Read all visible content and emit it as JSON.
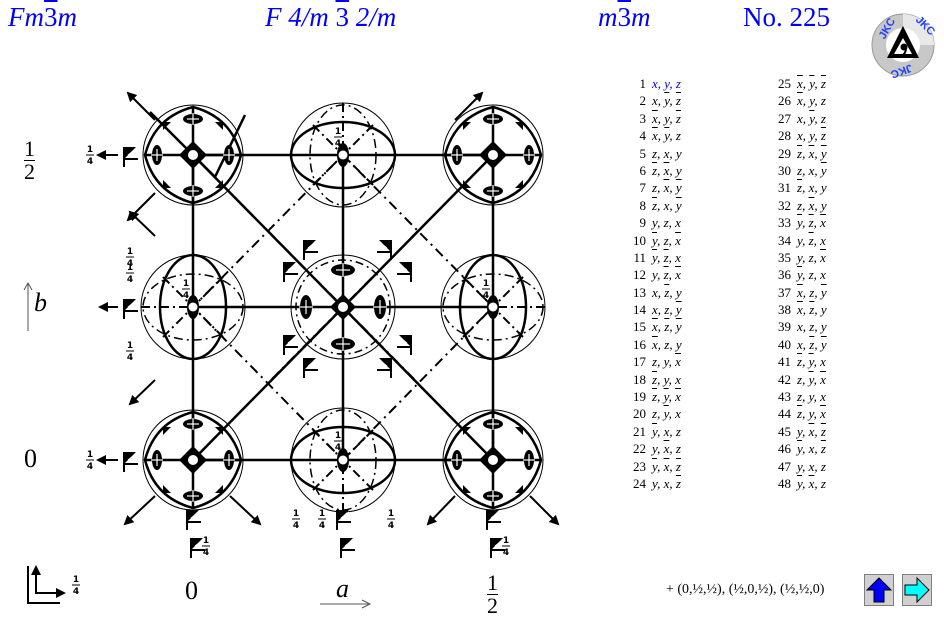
{
  "header": {
    "hermann_mauguin_short": {
      "p1": "Fm",
      "bar": "3",
      "p2": "m"
    },
    "hermann_mauguin_full": {
      "p1": "F 4/m ",
      "bar": "3",
      "p2": " 2/m"
    },
    "point_group": {
      "p1": "m",
      "bar": "3",
      "p2": "m"
    },
    "number_label": "No. 225"
  },
  "logo": {
    "text": "JKC",
    "name": "jkc-logo"
  },
  "diagram": {
    "axis_labels": {
      "a": "a",
      "b": "b"
    },
    "x_ticks": [
      "0",
      "1/2"
    ],
    "y_ticks": [
      "1/2",
      "0"
    ],
    "height_label": "1/4",
    "quarter": "1/4"
  },
  "positions": {
    "column1": [
      {
        "n": "1",
        "v": [
          [
            "x",
            0
          ],
          [
            "y",
            0
          ],
          [
            "z",
            0
          ]
        ]
      },
      {
        "n": "2",
        "v": [
          [
            "x",
            0
          ],
          [
            "y",
            1
          ],
          [
            "z",
            1
          ]
        ]
      },
      {
        "n": "3",
        "v": [
          [
            "x",
            1
          ],
          [
            "y",
            0
          ],
          [
            "z",
            1
          ]
        ]
      },
      {
        "n": "4",
        "v": [
          [
            "x",
            1
          ],
          [
            "y",
            1
          ],
          [
            "z",
            0
          ]
        ]
      },
      {
        "n": "5",
        "v": [
          [
            "z",
            0
          ],
          [
            "x",
            0
          ],
          [
            "y",
            0
          ]
        ]
      },
      {
        "n": "6",
        "v": [
          [
            "z",
            1
          ],
          [
            "x",
            1
          ],
          [
            "y",
            0
          ]
        ]
      },
      {
        "n": "7",
        "v": [
          [
            "z",
            0
          ],
          [
            "x",
            1
          ],
          [
            "y",
            1
          ]
        ]
      },
      {
        "n": "8",
        "v": [
          [
            "z",
            1
          ],
          [
            "x",
            0
          ],
          [
            "y",
            1
          ]
        ]
      },
      {
        "n": "9",
        "v": [
          [
            "y",
            0
          ],
          [
            "z",
            0
          ],
          [
            "x",
            0
          ]
        ]
      },
      {
        "n": "10",
        "v": [
          [
            "y",
            1
          ],
          [
            "z",
            0
          ],
          [
            "x",
            1
          ]
        ]
      },
      {
        "n": "11",
        "v": [
          [
            "y",
            1
          ],
          [
            "z",
            1
          ],
          [
            "x",
            0
          ]
        ]
      },
      {
        "n": "12",
        "v": [
          [
            "y",
            0
          ],
          [
            "z",
            1
          ],
          [
            "x",
            1
          ]
        ]
      },
      {
        "n": "13",
        "v": [
          [
            "x",
            0
          ],
          [
            "z",
            1
          ],
          [
            "y",
            0
          ]
        ]
      },
      {
        "n": "14",
        "v": [
          [
            "x",
            0
          ],
          [
            "z",
            0
          ],
          [
            "y",
            1
          ]
        ]
      },
      {
        "n": "15",
        "v": [
          [
            "x",
            1
          ],
          [
            "z",
            1
          ],
          [
            "y",
            1
          ]
        ]
      },
      {
        "n": "16",
        "v": [
          [
            "x",
            1
          ],
          [
            "z",
            0
          ],
          [
            "y",
            0
          ]
        ]
      },
      {
        "n": "17",
        "v": [
          [
            "z",
            0
          ],
          [
            "y",
            0
          ],
          [
            "x",
            1
          ]
        ]
      },
      {
        "n": "18",
        "v": [
          [
            "z",
            1
          ],
          [
            "y",
            0
          ],
          [
            "x",
            0
          ]
        ]
      },
      {
        "n": "19",
        "v": [
          [
            "z",
            1
          ],
          [
            "y",
            1
          ],
          [
            "x",
            1
          ]
        ]
      },
      {
        "n": "20",
        "v": [
          [
            "z",
            0
          ],
          [
            "y",
            1
          ],
          [
            "x",
            0
          ]
        ]
      },
      {
        "n": "21",
        "v": [
          [
            "y",
            1
          ],
          [
            "x",
            0
          ],
          [
            "z",
            0
          ]
        ]
      },
      {
        "n": "22",
        "v": [
          [
            "y",
            0
          ],
          [
            "x",
            1
          ],
          [
            "z",
            0
          ]
        ]
      },
      {
        "n": "23",
        "v": [
          [
            "y",
            1
          ],
          [
            "x",
            1
          ],
          [
            "z",
            1
          ]
        ]
      },
      {
        "n": "24",
        "v": [
          [
            "y",
            0
          ],
          [
            "x",
            0
          ],
          [
            "z",
            1
          ]
        ]
      }
    ],
    "column2": [
      {
        "n": "25",
        "v": [
          [
            "x",
            1
          ],
          [
            "y",
            1
          ],
          [
            "z",
            1
          ]
        ]
      },
      {
        "n": "26",
        "v": [
          [
            "x",
            1
          ],
          [
            "y",
            0
          ],
          [
            "z",
            0
          ]
        ]
      },
      {
        "n": "27",
        "v": [
          [
            "x",
            0
          ],
          [
            "y",
            1
          ],
          [
            "z",
            0
          ]
        ]
      },
      {
        "n": "28",
        "v": [
          [
            "x",
            0
          ],
          [
            "y",
            0
          ],
          [
            "z",
            1
          ]
        ]
      },
      {
        "n": "29",
        "v": [
          [
            "z",
            1
          ],
          [
            "x",
            1
          ],
          [
            "y",
            1
          ]
        ]
      },
      {
        "n": "30",
        "v": [
          [
            "z",
            0
          ],
          [
            "x",
            0
          ],
          [
            "y",
            1
          ]
        ]
      },
      {
        "n": "31",
        "v": [
          [
            "z",
            1
          ],
          [
            "x",
            0
          ],
          [
            "y",
            0
          ]
        ]
      },
      {
        "n": "32",
        "v": [
          [
            "z",
            0
          ],
          [
            "x",
            1
          ],
          [
            "y",
            0
          ]
        ]
      },
      {
        "n": "33",
        "v": [
          [
            "y",
            1
          ],
          [
            "z",
            1
          ],
          [
            "x",
            1
          ]
        ]
      },
      {
        "n": "34",
        "v": [
          [
            "y",
            0
          ],
          [
            "z",
            1
          ],
          [
            "x",
            0
          ]
        ]
      },
      {
        "n": "35",
        "v": [
          [
            "y",
            0
          ],
          [
            "z",
            0
          ],
          [
            "x",
            1
          ]
        ]
      },
      {
        "n": "36",
        "v": [
          [
            "y",
            1
          ],
          [
            "z",
            0
          ],
          [
            "x",
            0
          ]
        ]
      },
      {
        "n": "37",
        "v": [
          [
            "x",
            1
          ],
          [
            "z",
            0
          ],
          [
            "y",
            1
          ]
        ]
      },
      {
        "n": "38",
        "v": [
          [
            "x",
            1
          ],
          [
            "z",
            1
          ],
          [
            "y",
            0
          ]
        ]
      },
      {
        "n": "39",
        "v": [
          [
            "x",
            0
          ],
          [
            "z",
            0
          ],
          [
            "y",
            0
          ]
        ]
      },
      {
        "n": "40",
        "v": [
          [
            "x",
            0
          ],
          [
            "z",
            1
          ],
          [
            "y",
            1
          ]
        ]
      },
      {
        "n": "41",
        "v": [
          [
            "z",
            1
          ],
          [
            "y",
            1
          ],
          [
            "x",
            0
          ]
        ]
      },
      {
        "n": "42",
        "v": [
          [
            "z",
            0
          ],
          [
            "y",
            1
          ],
          [
            "x",
            1
          ]
        ]
      },
      {
        "n": "43",
        "v": [
          [
            "z",
            0
          ],
          [
            "y",
            0
          ],
          [
            "x",
            0
          ]
        ]
      },
      {
        "n": "44",
        "v": [
          [
            "z",
            1
          ],
          [
            "y",
            0
          ],
          [
            "x",
            1
          ]
        ]
      },
      {
        "n": "45",
        "v": [
          [
            "y",
            0
          ],
          [
            "x",
            1
          ],
          [
            "z",
            1
          ]
        ]
      },
      {
        "n": "46",
        "v": [
          [
            "y",
            1
          ],
          [
            "x",
            0
          ],
          [
            "z",
            1
          ]
        ]
      },
      {
        "n": "47",
        "v": [
          [
            "y",
            0
          ],
          [
            "x",
            0
          ],
          [
            "z",
            0
          ]
        ]
      },
      {
        "n": "48",
        "v": [
          [
            "y",
            1
          ],
          [
            "x",
            1
          ],
          [
            "z",
            0
          ]
        ]
      }
    ],
    "centering": "+ (0,½,½), (½,0,½), (½,½,0)"
  },
  "nav": {
    "up": {
      "name": "up-arrow",
      "color": "#0000ff"
    },
    "next": {
      "name": "right-arrow",
      "color": "#00ffff"
    }
  }
}
